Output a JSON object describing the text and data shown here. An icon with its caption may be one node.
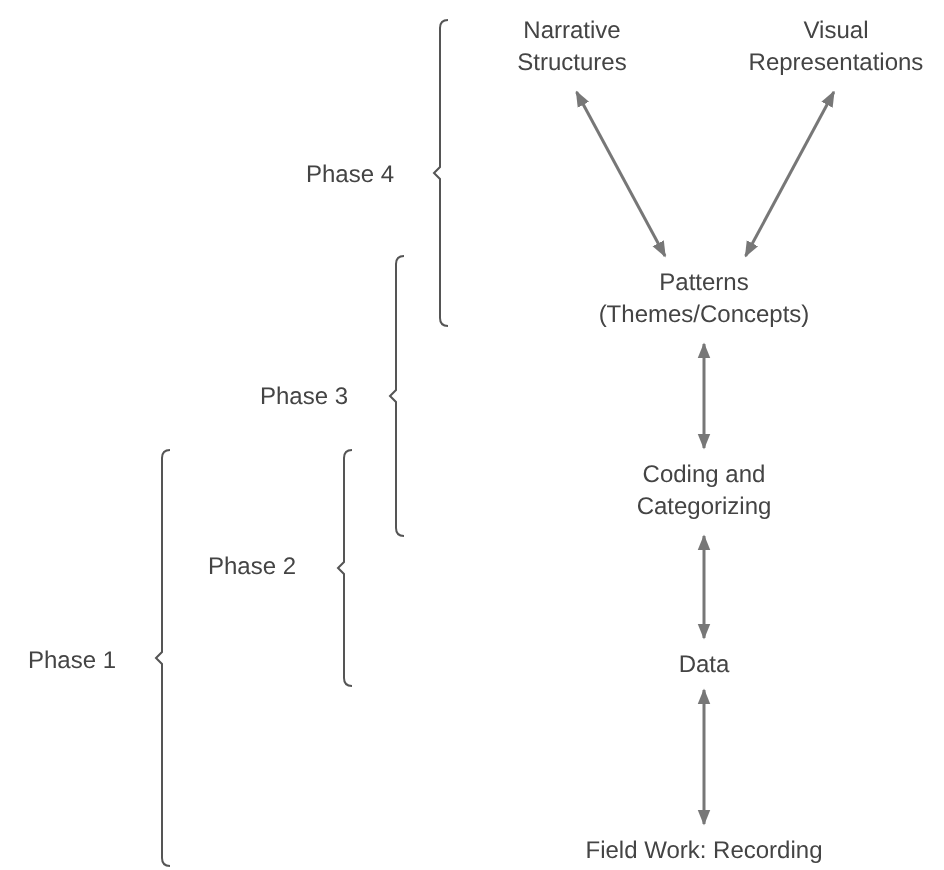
{
  "diagram": {
    "nodes": [
      {
        "text": [
          "Narrative Structures"
        ]
      },
      {
        "text": [
          "Visual Representations"
        ]
      },
      {
        "text": [
          "Patterns (Themes/Concepts)"
        ]
      },
      {
        "text": [
          "Coding and Categorizing"
        ]
      },
      {
        "text": [
          "Data"
        ]
      },
      {
        "text": [
          "Field Work: Recording"
        ]
      }
    ],
    "edges": [
      {
        "from": 0,
        "to": 2,
        "arrow": "both"
      },
      {
        "from": 1,
        "to": 2,
        "arrow": "both"
      },
      {
        "from": 2,
        "to": 3,
        "arrow": "both"
      },
      {
        "from": 3,
        "to": 4,
        "arrow": "both"
      },
      {
        "from": 4,
        "to": 5,
        "arrow": "both"
      }
    ],
    "labels": [
      "Phase 4",
      "Phase 3",
      "Phase 2",
      "Phase 1"
    ]
  }
}
